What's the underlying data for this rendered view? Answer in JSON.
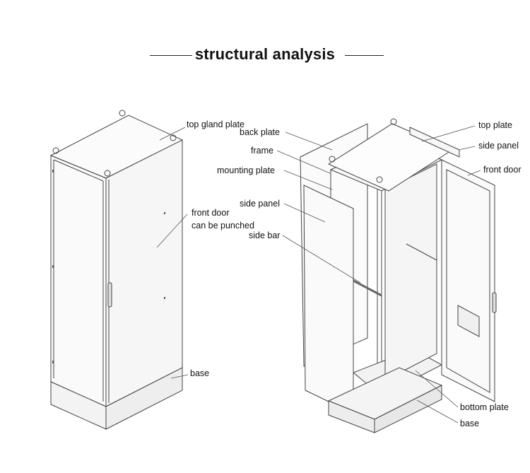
{
  "title": "structural analysis",
  "left_cabinet": {
    "labels": {
      "top_gland_plate": "top gland plate",
      "front_door": "front door",
      "can_be_punched": "can be punched",
      "base": "base"
    }
  },
  "right_cabinet": {
    "labels": {
      "back_plate": "back plate",
      "frame": "frame",
      "mounting_plate": "mounting plate",
      "side_panel_left": "side panel",
      "side_bar": "side bar",
      "top_plate": "top plate",
      "side_panel_right": "side panel",
      "front_door": "front door",
      "bottom_plate": "bottom plate",
      "base": "base"
    }
  }
}
